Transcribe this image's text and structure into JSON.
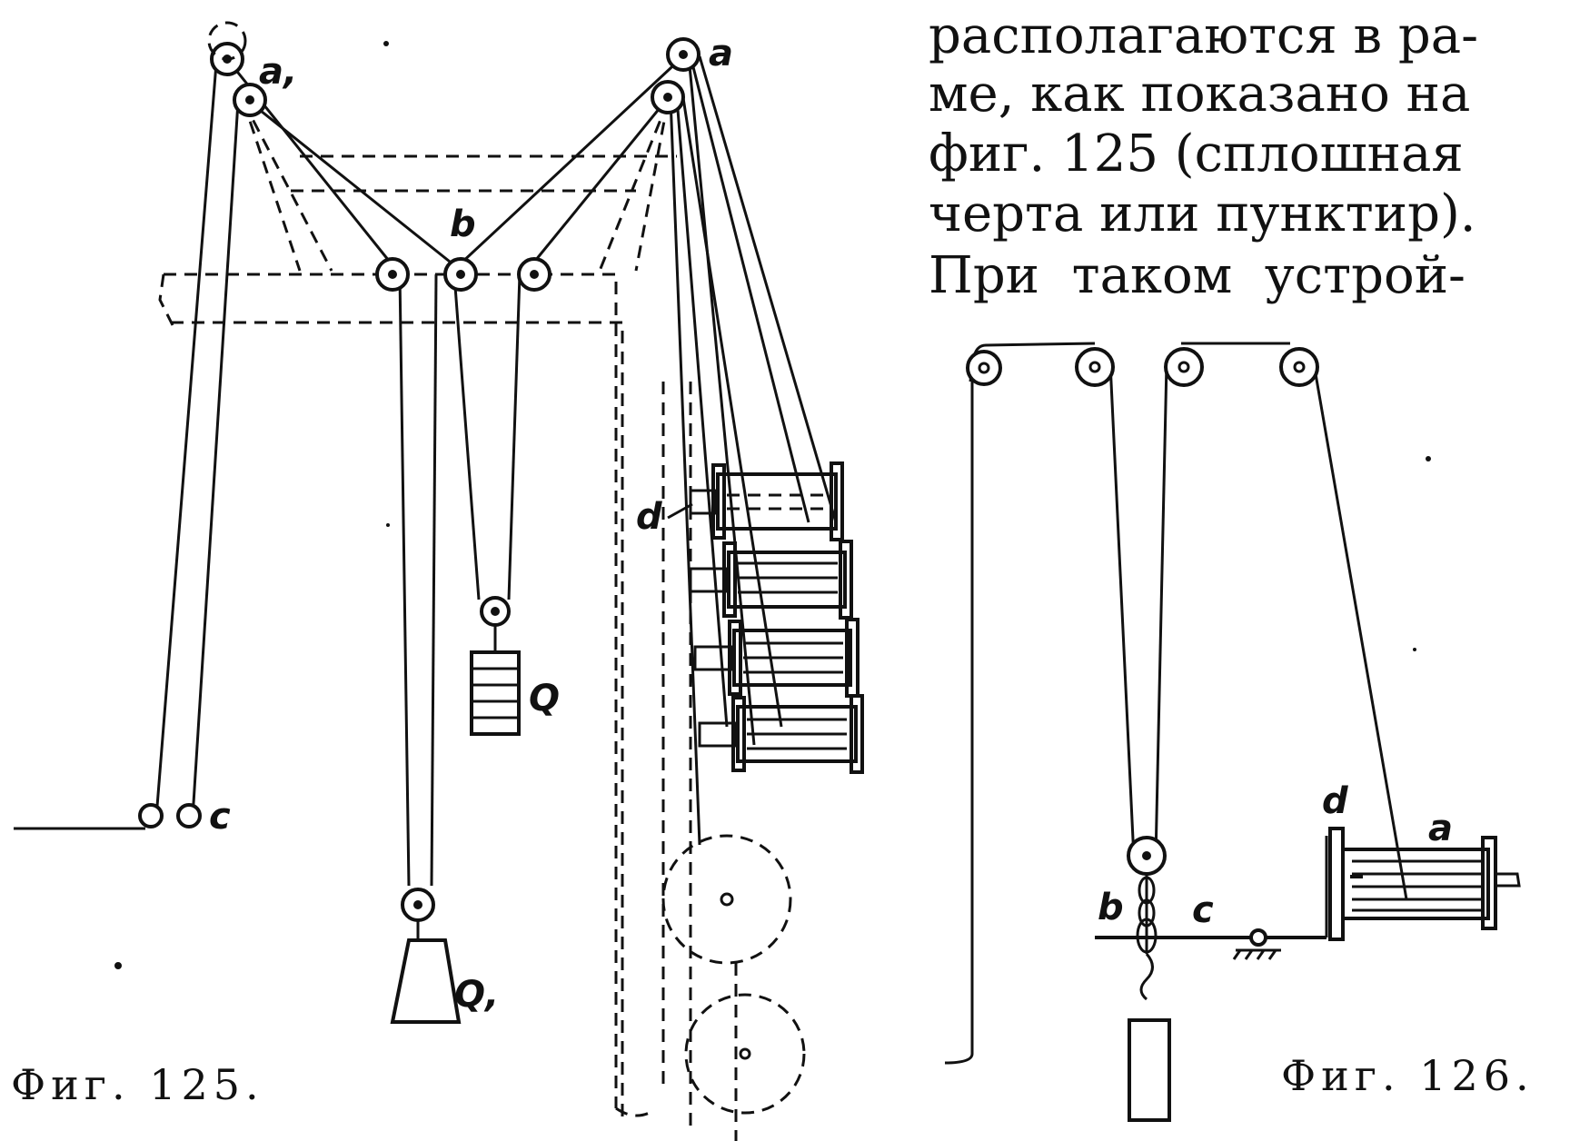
{
  "text_block": {
    "lines": [
      "располагаются в ра-",
      "ме, как показано на",
      "фиг. 125 (сплошная",
      "черта или пунктир).",
      "При  таком  устрой-"
    ]
  },
  "figure_125": {
    "caption": "Фиг. 125.",
    "labels": {
      "a1": "a,",
      "a": "a",
      "b": "b",
      "c": "c",
      "d": "d",
      "Q": "Q",
      "Q1": "Q,"
    }
  },
  "figure_126": {
    "caption": "Фиг. 126.",
    "labels": {
      "d": "d",
      "a": "a",
      "b": "b",
      "c": "c"
    }
  }
}
